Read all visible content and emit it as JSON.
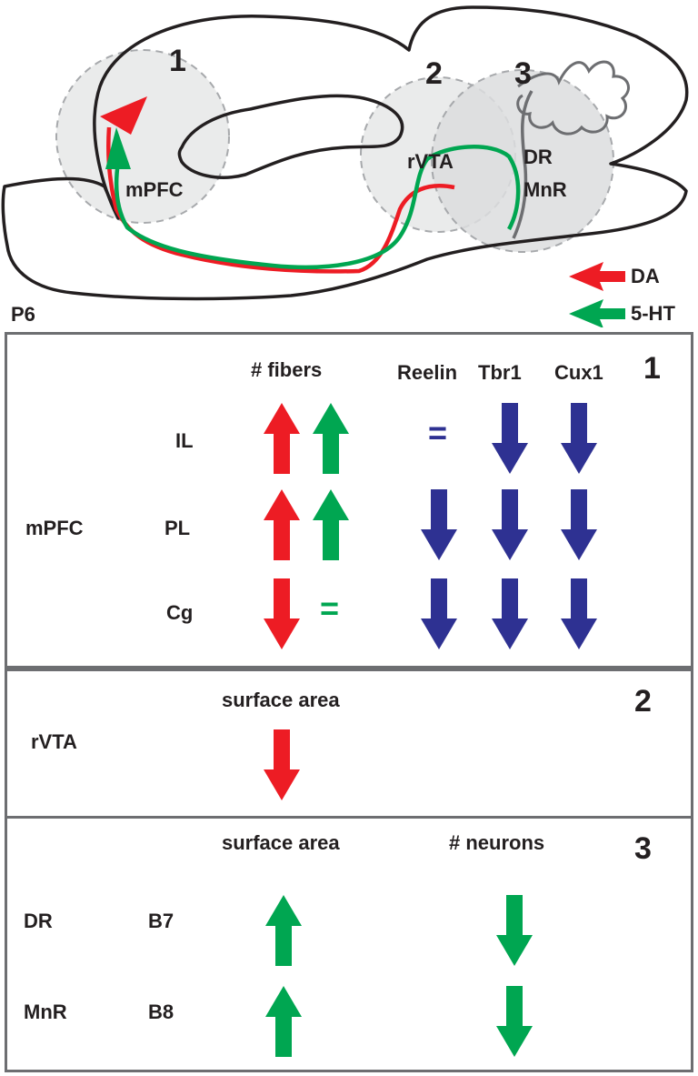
{
  "brain": {
    "region_numbers": [
      "1",
      "2",
      "3"
    ],
    "labels": {
      "mpfc": "mPFC",
      "rvta": "rVTA",
      "dr": "DR",
      "mnr": "MnR"
    },
    "age": "P6"
  },
  "legend": {
    "items": [
      {
        "label": "DA",
        "color": "#ed1c24"
      },
      {
        "label": "5-HT",
        "color": "#00a651"
      }
    ]
  },
  "panel1": {
    "number": "1",
    "region": "mPFC",
    "headers": {
      "fibers": "# fibers",
      "reelin": "Reelin",
      "tbr1": "Tbr1",
      "cux1": "Cux1"
    },
    "rows": [
      {
        "label": "IL",
        "da": "up",
        "ht": "up",
        "reelin": "=",
        "tbr1": "down",
        "cux1": "down"
      },
      {
        "label": "PL",
        "da": "up",
        "ht": "up",
        "reelin": "down",
        "tbr1": "down",
        "cux1": "down"
      },
      {
        "label": "Cg",
        "da": "down",
        "ht": "=",
        "reelin": "down",
        "tbr1": "down",
        "cux1": "down"
      }
    ]
  },
  "panel2": {
    "number": "2",
    "region": "rVTA",
    "header": "surface area",
    "surface_area": "down"
  },
  "panel3": {
    "number": "3",
    "headers": {
      "surface": "surface area",
      "neurons": "# neurons"
    },
    "rows": [
      {
        "region": "DR",
        "group": "B7",
        "surface": "up",
        "neurons": "down"
      },
      {
        "region": "MnR",
        "group": "B8",
        "surface": "up",
        "neurons": "down"
      }
    ]
  },
  "colors": {
    "da": "#ed1c24",
    "ht": "#00a651",
    "marker": "#2e3192",
    "frame": "#6d6e71"
  }
}
